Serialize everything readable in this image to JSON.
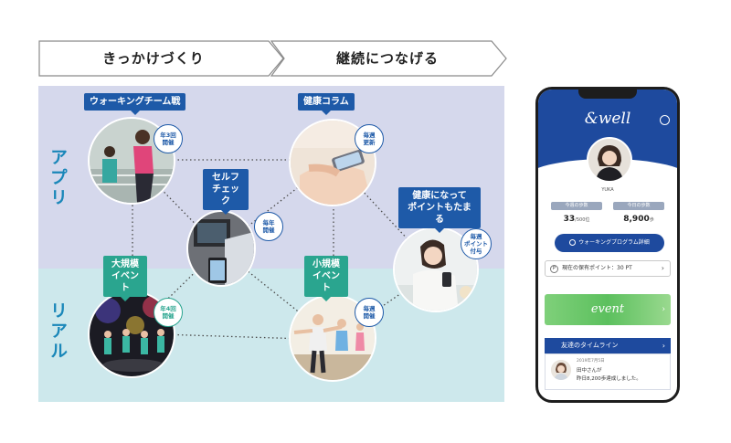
{
  "headers": {
    "step1": "きっかけづくり",
    "step2": "継続につなげる"
  },
  "rows": {
    "app": "アプリ",
    "real": "リアル"
  },
  "nodes": {
    "walking_team": {
      "label": "ウォーキングチーム戦",
      "freq": "年3回\n開催"
    },
    "health_column": {
      "label": "健康コラム",
      "freq": "毎週\n更新"
    },
    "self_check": {
      "label": "セルフ\nチェック",
      "freq": "毎年\n開催"
    },
    "points": {
      "label": "健康になって\nポイントもたまる",
      "freq": "毎週\nポイント\n付与"
    },
    "large_event": {
      "label": "大規模\nイベント",
      "freq": "年4回\n開催"
    },
    "small_event": {
      "label": "小規模\nイベント",
      "freq": "毎週\n開催"
    }
  },
  "phone": {
    "logo": "&well",
    "user_name": "YUKA",
    "stat1_label": "今週の歩数",
    "stat1_value": "33",
    "stat1_unit": "/500位",
    "stat2_label": "今日の歩数",
    "stat2_value": "8,900",
    "stat2_unit": "歩",
    "program_button": "ウォーキングプログラム詳細",
    "points_text": "現在の保有ポイント：30 PT",
    "event_banner": "event",
    "timeline_title": "友達のタイムライン",
    "feed": {
      "date": "2019年7月5日",
      "name": "田中さんが",
      "message": "昨日8,200歩達成しました。"
    }
  },
  "colors": {
    "app_band": "#d5d8ec",
    "real_band": "#cde8ec",
    "tag_blue": "#1e5aa8",
    "tag_green": "#2aa58f",
    "row_label": "#1a87b9",
    "phone_header": "#1e4a9e"
  }
}
